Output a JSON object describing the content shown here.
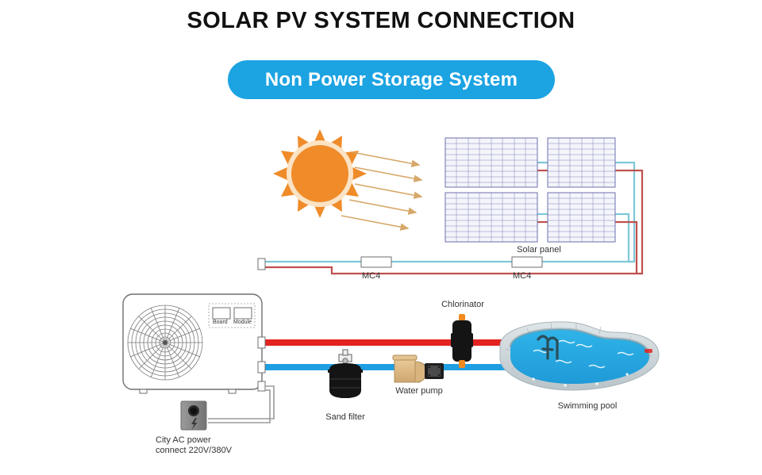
{
  "page": {
    "title": "SOLAR PV SYSTEM CONNECTION",
    "badge_label": "Non Power Storage System",
    "background_color": "#ffffff"
  },
  "colors": {
    "title_text": "#111111",
    "badge_fill": "#1ca3e2",
    "badge_text": "#ffffff",
    "hot_pipe_red": "#e2231f",
    "cold_pipe_blue": "#1f9ee2",
    "dc_wire_red": "#c0504d",
    "dc_wire_cyan": "#7ec8d8",
    "sun_orange": "#ef8b29",
    "sun_ring_cream": "#fbe3c4",
    "ray_tan": "#d6a86a",
    "panel_grid": "#6b6fae",
    "panel_fill": "#f4f5fa",
    "equipment_outline": "#6f6f6f",
    "filter_black": "#111111",
    "pump_tan": "#dcb882",
    "pool_water": "#29ade3",
    "pool_deck": "#c9d2d6",
    "ac_box_grey": "#8b8b8b",
    "caption_text": "#333333"
  },
  "labels": {
    "solar_panel": "Solar panel",
    "mc4_left": "MC4",
    "mc4_right": "MC4",
    "chlorinator": "Chlorinator",
    "sand_filter": "Sand filter",
    "water_pump": "Water pump",
    "swimming_pool": "Swimming pool",
    "city_ac_power_line1": "City AC power",
    "city_ac_power_line2": "connect 220V/380V",
    "heatpump_board": "Board",
    "heatpump_module": "Module"
  },
  "diagram": {
    "components": [
      "sun",
      "solar-panel-array",
      "mc4-connector-left",
      "mc4-connector-right",
      "heat-pump",
      "city-ac-power-outlet",
      "sand-filter",
      "water-pump",
      "chlorinator",
      "swimming-pool"
    ],
    "panel_count": 4,
    "sun_ray_count": 5,
    "heatpump_port_count": 4
  }
}
